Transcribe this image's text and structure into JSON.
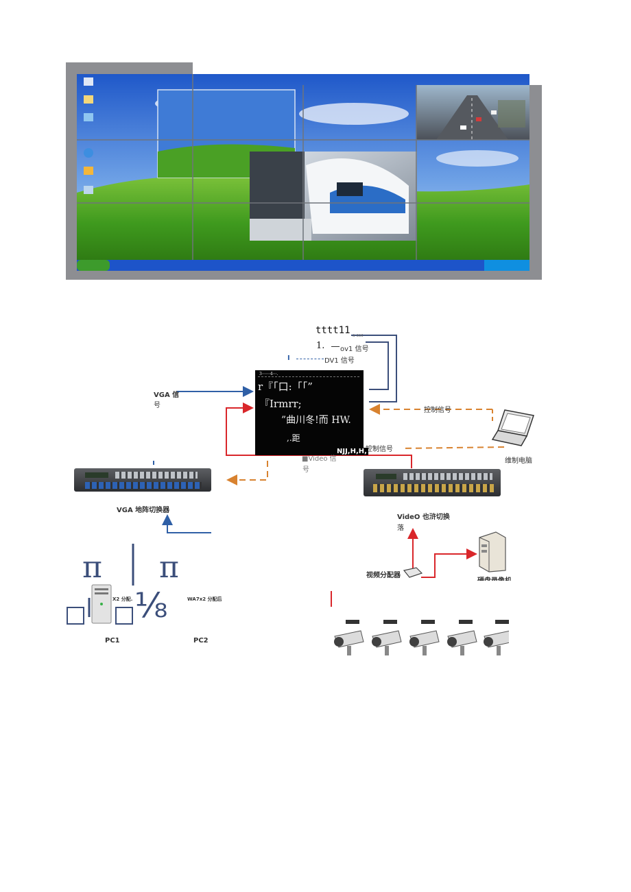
{
  "wall": {
    "desktop_icons": [
      "computer-icon",
      "documents-icon",
      "network-icon",
      "ie-icon",
      "media-icon",
      "recycle-icon"
    ],
    "colors": {
      "frame": "#8a8a8e",
      "sky": "#2e6ad8",
      "grass": "#3a8b18",
      "taskbar": "#1d54c9",
      "start": "#3d9b2c"
    }
  },
  "top_text": {
    "line1": "tttt11",
    "line2": "1.",
    "line2_suffix": "ov1 信号",
    "line3_prefix": "I",
    "line3": "DV1 信号",
    "small": "a sos"
  },
  "center_screen": {
    "header": "3⋯⋯4⋯.",
    "lines": [
      "r『「口:「「”",
      "『Irmrr;",
      "”曲川冬!而 HW.",
      ",.距"
    ]
  },
  "labels": {
    "vga_signal_1": "VGA 信",
    "vga_signal_2": "号",
    "control_signal": "控制信号",
    "control_pc": "维制电脑",
    "video_signal_1": "■Video 信",
    "video_signal_2": "号",
    "njj": "NJJ,H,H,",
    "control_signal_2": "控制信号",
    "vga_switcher": "VGA 地阵切换器",
    "video_switcher_1": "VideO 也浒切换",
    "video_switcher_2": "落",
    "video_splitter": "视频分配器",
    "dvr": "硬盘录像机",
    "x2_split": "X2 分配.",
    "wa_split": "WA7x2 分配后",
    "pc1": "PC1",
    "pc2": "PC2",
    "pi_left": "π",
    "pi_right": "π",
    "fraction": "⅛"
  },
  "colors": {
    "blue": "#2f5fa6",
    "red": "#d9262a",
    "orange": "#d8822f",
    "navy": "#3b4e7a",
    "dark": "#1a1a1a"
  }
}
